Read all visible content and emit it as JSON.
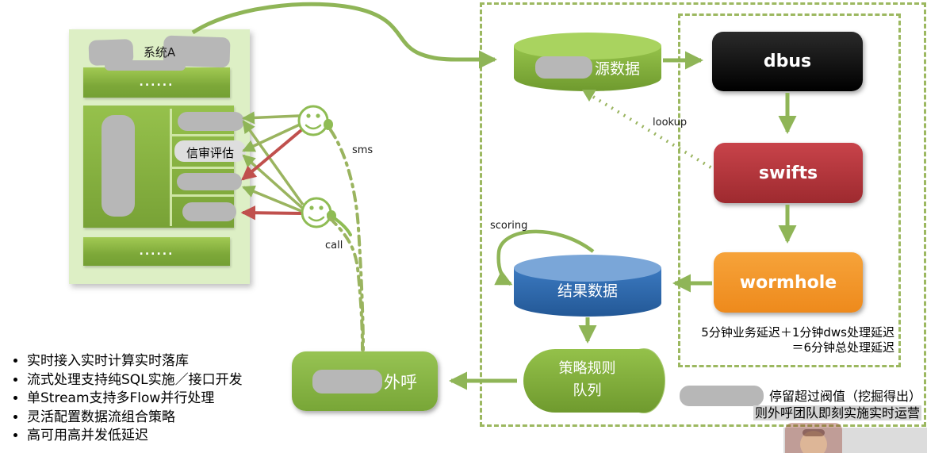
{
  "system_panel": {
    "title": "系统A",
    "top_bar": "......",
    "bottom_bar": "......",
    "audit_label": "信审评估"
  },
  "actors": {
    "sms_label": "sms",
    "call_label": "call"
  },
  "flow": {
    "source_db_label": "源数据",
    "dbus_label": "dbus",
    "swifts_label": "swifts",
    "wormhole_label": "wormhole",
    "result_db_label": "结果数据",
    "queue_label_line1": "策略规则",
    "queue_label_line2": "队列",
    "outbound_label": "外呼",
    "lookup_label": "lookup",
    "scoring_label": "scoring"
  },
  "notes": {
    "latency_line1": "5分钟业务延迟＋1分钟dws处理延迟",
    "latency_line2": "＝6分钟总处理延迟",
    "ops_line1": "停留超过阀值（挖掘得出）",
    "ops_line2": "则外呼团队即刻实施实时运营"
  },
  "features": {
    "items": [
      "实时接入实时计算实时落库",
      "流式处理支持纯SQL实施／接口开发",
      "单Stream支持多Flow并行处理",
      "灵活配置数据流组合策略",
      "高可用高并发低延迟"
    ]
  },
  "colors": {
    "panel_light_green": "#ddefc5",
    "bar_green": "#8cbd45",
    "arrow_green": "#8fb557",
    "arrow_red": "#c0504d",
    "dbus_black": "#000000",
    "swifts_red": "#bf393c",
    "wormhole_orange": "#f0941f",
    "result_blue": "#2e6cb3",
    "dash_border_green": "#9cb860",
    "redaction_gray": "#b7b7b7"
  }
}
